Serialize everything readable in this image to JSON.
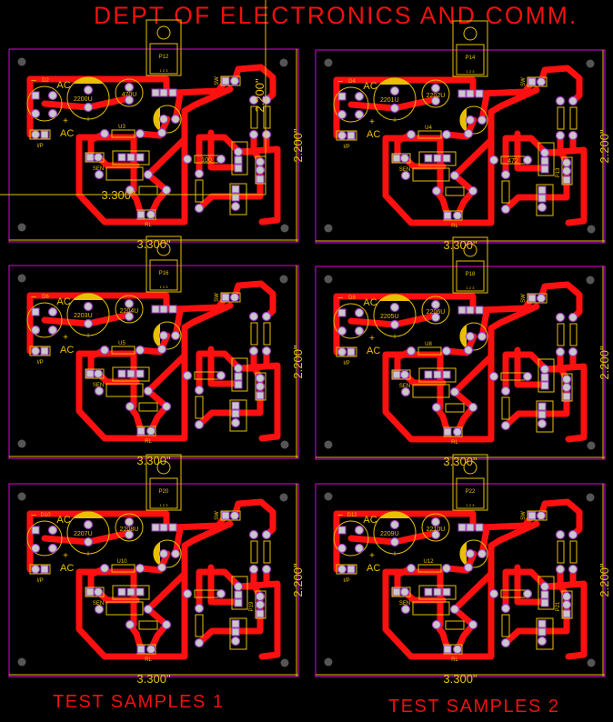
{
  "header": {
    "title": "DEPT OF ELECTRONICS AND COMM."
  },
  "captions": {
    "left": "TEST SAMPLES 1",
    "right": "TEST SAMPLES 2"
  },
  "colors": {
    "background": "#000000",
    "copper": "#ff1010",
    "silkscreen": "#e8c000",
    "outline": "#e000e0",
    "pad": "#c8c8c8",
    "title": "#f01010"
  },
  "common": {
    "ac": "AC",
    "input": "I/P",
    "sensor": "SEN",
    "relay": "RL",
    "switch": "SW",
    "plus": "+",
    "minus": "−",
    "width_dim": "3.300\"",
    "height_dim": "2.200\""
  },
  "overlay_dims": {
    "width": "3.300\"",
    "height": "2.200\""
  },
  "boards": [
    {
      "regulator": "P12",
      "bridge": "D2",
      "cap1": "2200U",
      "cap2": "470U",
      "resistor_u": "U3",
      "res_mid": "100",
      "connector": ""
    },
    {
      "regulator": "P14",
      "bridge": "D4",
      "cap1": "2201U",
      "cap2": "2202U",
      "resistor_u": "U4",
      "res_mid": "472",
      "connector": "P13"
    },
    {
      "regulator": "P16",
      "bridge": "D6",
      "cap1": "2203U",
      "cap2": "2204U",
      "resistor_u": "U5",
      "res_mid": "",
      "connector": ""
    },
    {
      "regulator": "P18",
      "bridge": "D8",
      "cap1": "2205U",
      "cap2": "2206U",
      "resistor_u": "U8",
      "res_mid": "",
      "connector": ""
    },
    {
      "regulator": "P20",
      "bridge": "D10",
      "cap1": "2207U",
      "cap2": "2208U",
      "resistor_u": "U10",
      "res_mid": "",
      "connector": "P19"
    },
    {
      "regulator": "P22",
      "bridge": "D12",
      "cap1": "2209U",
      "cap2": "2210U",
      "resistor_u": "U12",
      "res_mid": "",
      "connector": "P21"
    }
  ]
}
